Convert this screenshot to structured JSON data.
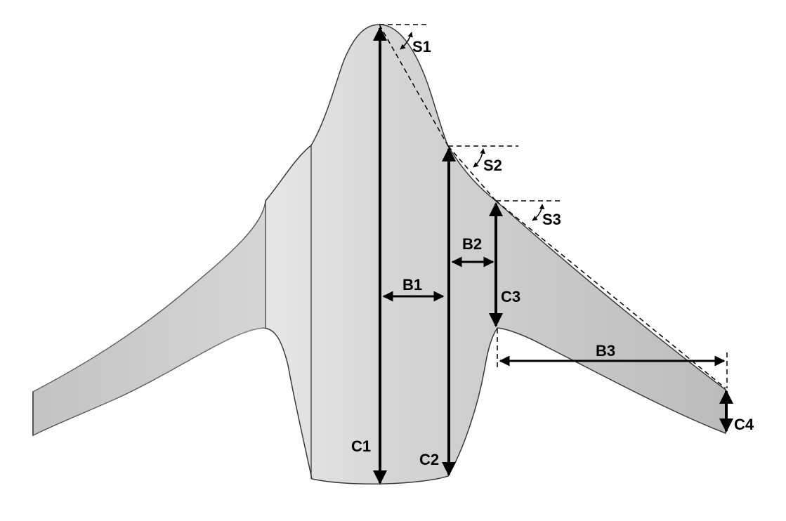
{
  "colors": {
    "body_fill": "#cfcfcf",
    "body_light": "#e9e9e9",
    "body_dark": "#a9a9a9",
    "outline": "#3a3a3a",
    "arrow": "#000000",
    "dashed": "#000000"
  },
  "labels": {
    "s1": "S1",
    "s2": "S2",
    "s3": "S3",
    "b1": "B1",
    "b2": "B2",
    "b3": "B3",
    "c1": "C1",
    "c2": "C2",
    "c3": "C3",
    "c4": "C4"
  }
}
